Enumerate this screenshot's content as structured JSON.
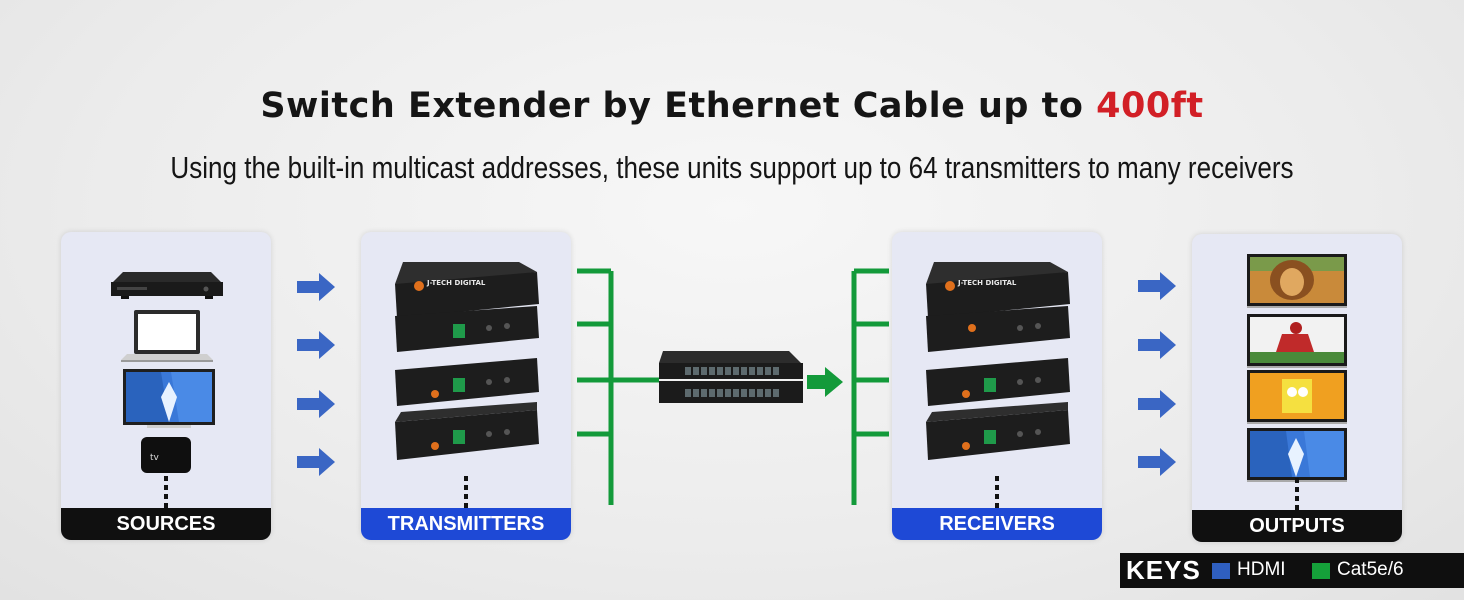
{
  "title": {
    "main": "Switch Extender by Ethernet Cable up to ",
    "accent": "400ft"
  },
  "subtitle": "Using the built-in multicast addresses, these units support up to 64 transmitters to many receivers",
  "panels": {
    "sources": "SOURCES",
    "transmitters": "TRANSMITTERS",
    "receivers": "RECEIVERS",
    "outputs": "OUTPUTS"
  },
  "device_brand": "J-TECH DIGITAL",
  "keys": {
    "title": "KEYS",
    "items": [
      {
        "label": "HDMI",
        "color": "#2f5fc0"
      },
      {
        "label": "Cat5e/6",
        "color": "#15a03a"
      }
    ]
  },
  "colors": {
    "hdmi_arrow": "#3a66c4",
    "cat_line": "#139a3a",
    "accent": "#d21f26",
    "label_blue": "#1e49d6"
  }
}
